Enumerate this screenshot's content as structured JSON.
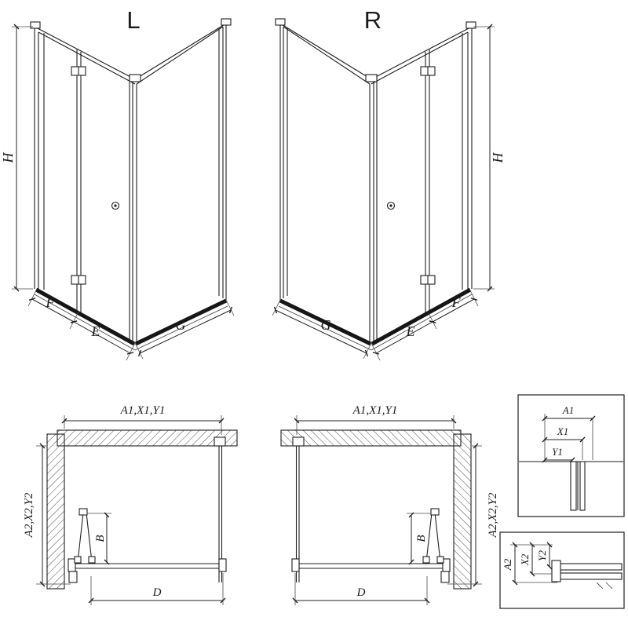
{
  "colors": {
    "background": "#ffffff",
    "line": "#1e1e1e"
  },
  "axonometric_left": {
    "title": "L",
    "dims": {
      "h": "H",
      "f": "F",
      "e": "E",
      "g": "G"
    }
  },
  "axonometric_right": {
    "title": "R",
    "dims": {
      "h": "H",
      "f": "F",
      "e": "E",
      "g": "G"
    }
  },
  "plan_left": {
    "dims": {
      "width": "A1,X1,Y1",
      "depth": "A2,X2,Y2",
      "door": "B",
      "opening": "D"
    }
  },
  "plan_right": {
    "dims": {
      "width": "A1,X1,Y1",
      "depth": "A2,X2,Y2",
      "door": "B",
      "opening": "D"
    }
  },
  "detail_width_profile": {
    "dims": {
      "a1": "A1",
      "x1": "X1",
      "y1": "Y1"
    }
  },
  "detail_depth_profile": {
    "dims": {
      "a2": "A2",
      "x2": "X2",
      "y2": "Y2"
    }
  }
}
